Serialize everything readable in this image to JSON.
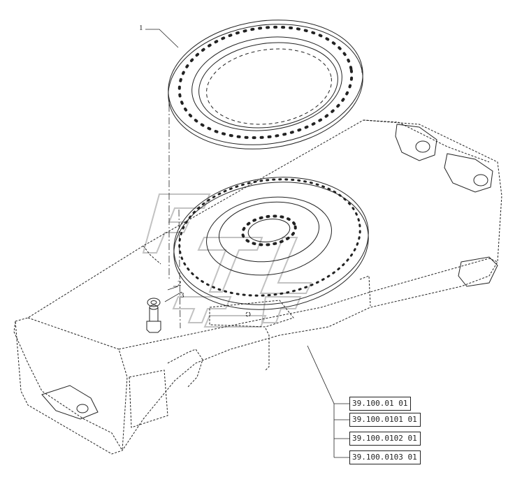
{
  "callouts": [
    "1",
    "2",
    "3"
  ],
  "references": [
    "39.100.01 01",
    "39.100.0101 01",
    "39.100.0102 01",
    "39.100.0103 01"
  ],
  "colors": {
    "line": "#222222",
    "watermark": "#bdbdbd",
    "background": "#ffffff"
  }
}
